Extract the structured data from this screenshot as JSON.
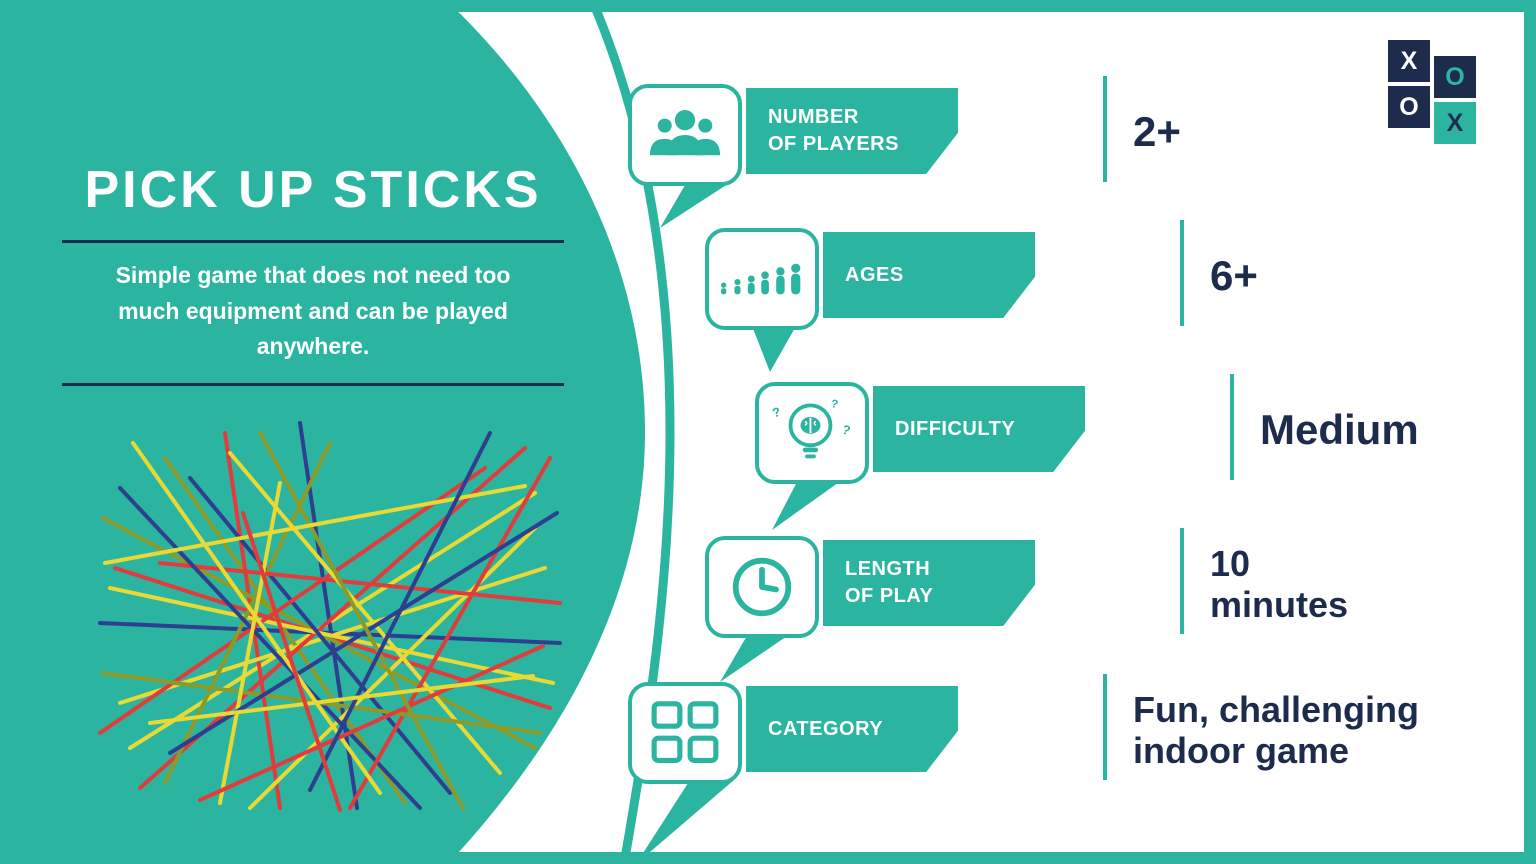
{
  "colors": {
    "teal": "#2bb5a0",
    "navy": "#1d2b4c",
    "white": "#ffffff"
  },
  "left_panel": {
    "title": "PICK UP STICKS",
    "description": "Simple game that does not need too\nmuch equipment and can be played\nanywhere."
  },
  "logo": {
    "cells": [
      {
        "letter": "X"
      },
      {
        "letter": "O"
      },
      {
        "letter": "O"
      },
      {
        "letter": "X"
      }
    ]
  },
  "rows": [
    {
      "icon": "players-icon",
      "label": "NUMBER\nOF PLAYERS",
      "value": "2+"
    },
    {
      "icon": "ages-icon",
      "label": "AGES",
      "value": "6+"
    },
    {
      "icon": "difficulty-icon",
      "label": "DIFFICULTY",
      "value": "Medium"
    },
    {
      "icon": "clock-icon",
      "label": "LENGTH\nOF PLAY",
      "value": "10\nminutes"
    },
    {
      "icon": "category-icon",
      "label": "CATEGORY",
      "value": "Fun, challenging\nindoor game"
    }
  ]
}
